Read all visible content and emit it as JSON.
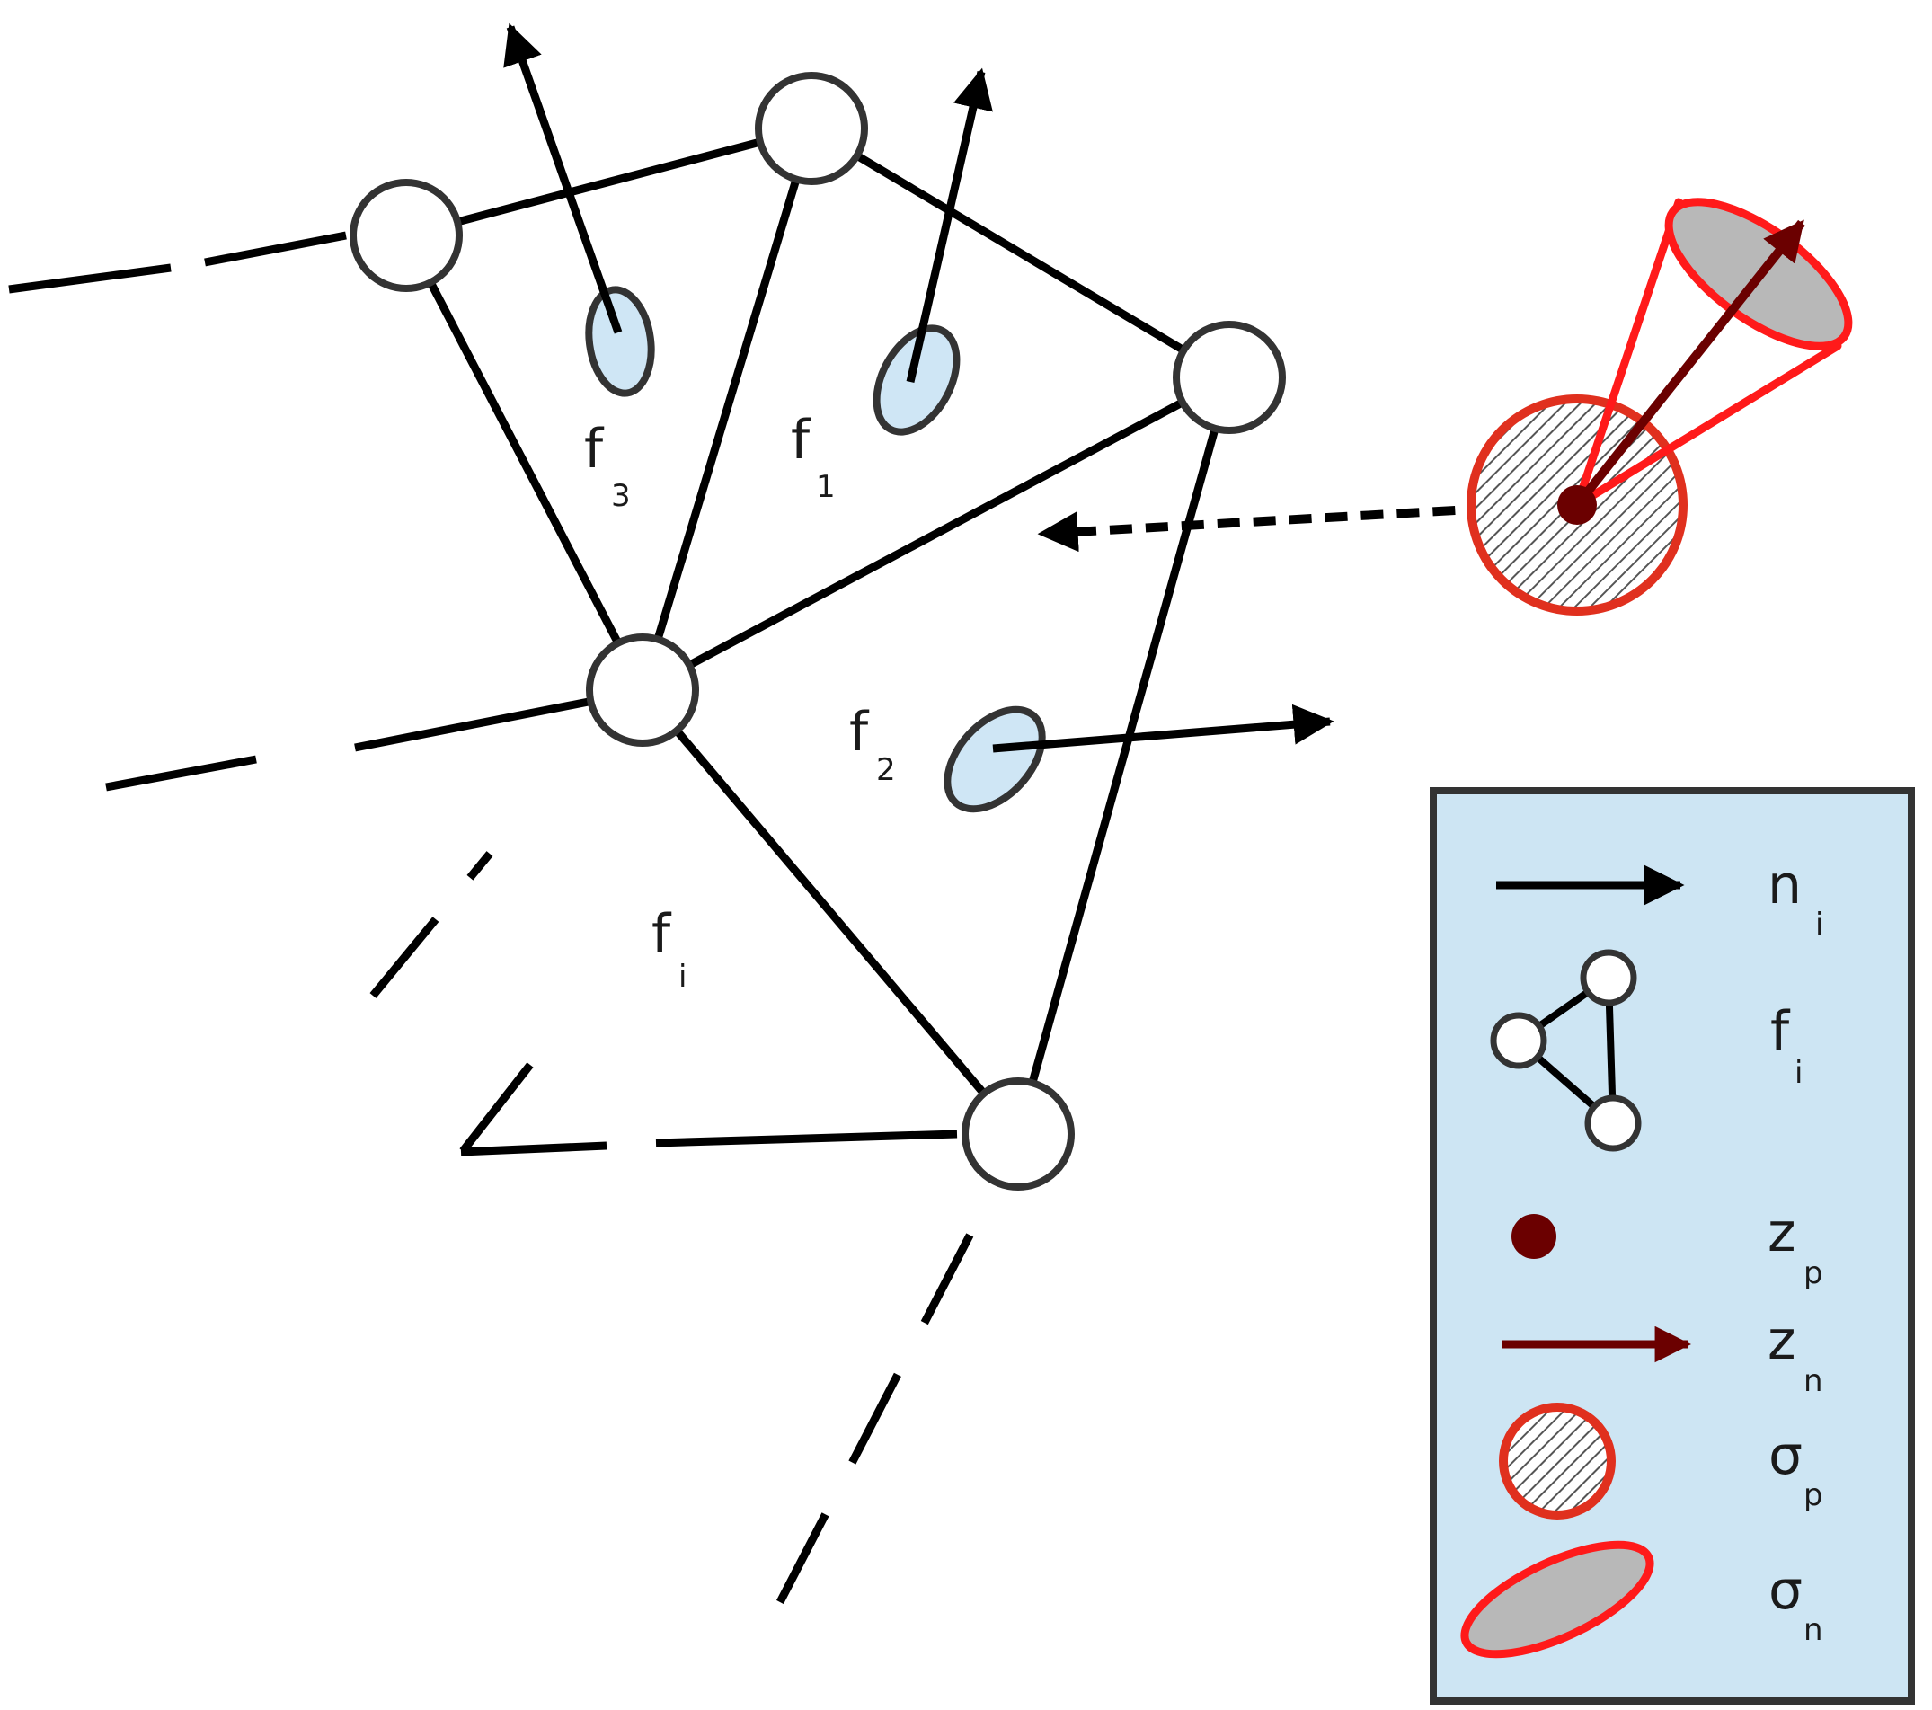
{
  "colors": {
    "edge": "#000000",
    "node_stroke": "#333333",
    "node_fill": "#ffffff",
    "face_patch_fill": "#cfe6f5",
    "legend_bg": "#cde5f3",
    "legend_border": "#333333",
    "measurement_dark_red": "#6b0000",
    "uncertainty_red": "#ff1a1a",
    "uncertainty_ring": "#e0301e",
    "uncertainty_fill": "#b8b8b8"
  },
  "icons": {
    "normal": "black-arrow-icon",
    "face": "triangle-mesh-icon",
    "point": "dark-red-dot-icon",
    "measured_normal": "dark-red-arrow-icon",
    "position_uncertainty": "hatched-disc-icon",
    "normal_uncertainty": "red-ellipse-icon"
  },
  "faces": [
    {
      "base": "f",
      "sub": "3"
    },
    {
      "base": "f",
      "sub": "1"
    },
    {
      "base": "f",
      "sub": "2"
    },
    {
      "base": "f",
      "sub": "i"
    }
  ],
  "legend": {
    "items": [
      {
        "base": "n",
        "sub": "i"
      },
      {
        "base": "f",
        "sub": "i"
      },
      {
        "base": "z",
        "sub": "p"
      },
      {
        "base": "z",
        "sub": "n"
      },
      {
        "base": "σ",
        "sub": "p"
      },
      {
        "base": "σ",
        "sub": "n"
      }
    ]
  }
}
